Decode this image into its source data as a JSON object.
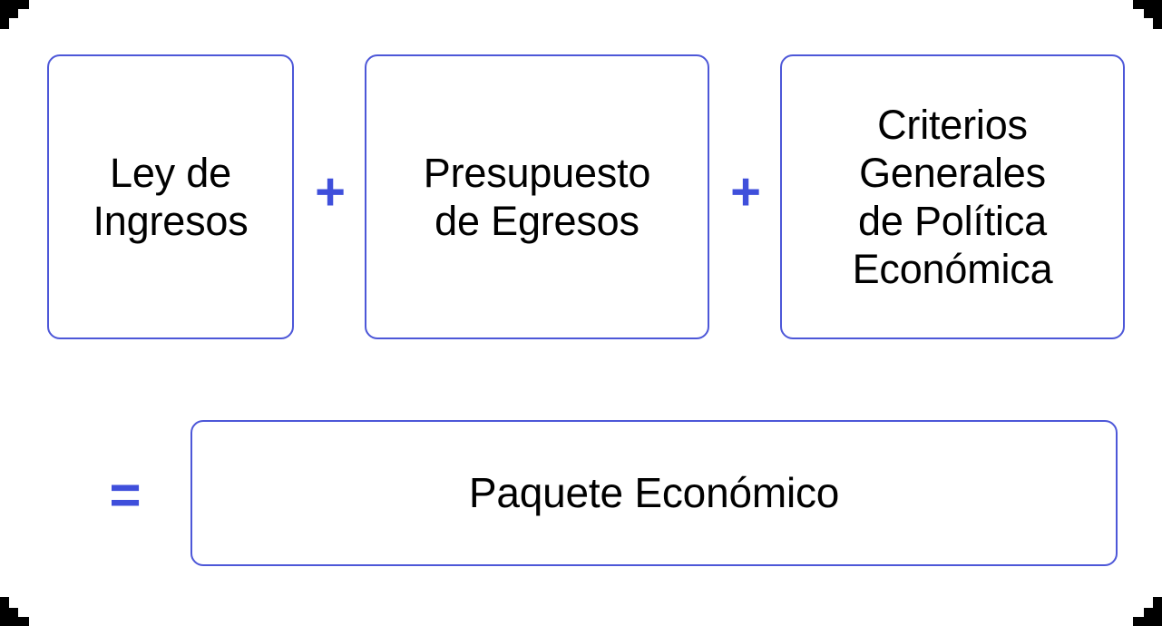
{
  "diagram": {
    "title": "Paquete Economico",
    "accent_color": "#4d57d8",
    "operator_color": "#3f4fdb",
    "text_color": "#000000",
    "background_color": "#ffffff",
    "corner_mark_color": "#000000"
  },
  "top_row": {
    "boxes": [
      {
        "id": "ley-de-ingresos",
        "label": "Ley de\nIngresos"
      },
      {
        "id": "presupuesto-de-egresos",
        "label": "Presupuesto\nde Egresos"
      },
      {
        "id": "criterios-generales",
        "label": "Criterios\nGenerales\nde Política\nEconómica"
      }
    ],
    "operators": [
      {
        "id": "plus-1",
        "symbol": "+",
        "name": "plus-sign"
      },
      {
        "id": "plus-2",
        "symbol": "+",
        "name": "plus-sign"
      }
    ]
  },
  "bottom_row": {
    "operator": {
      "id": "equals",
      "symbol": "=",
      "name": "equals-sign"
    },
    "box": {
      "id": "paquete-economico",
      "label": "Paquete Económico"
    }
  },
  "equation": {
    "expression": "Ley de Ingresos + Presupuesto de Egresos + Criterios Generales de Política Económica = Paquete Económico"
  }
}
